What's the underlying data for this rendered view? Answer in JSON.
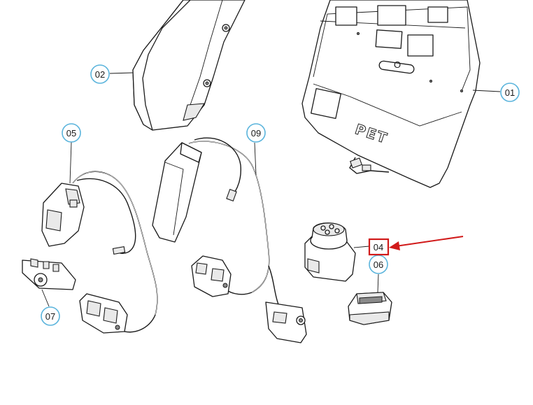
{
  "callouts": [
    {
      "id": "01",
      "label": "01"
    },
    {
      "id": "02",
      "label": "02"
    },
    {
      "id": "04",
      "label": "04"
    },
    {
      "id": "05",
      "label": "05"
    },
    {
      "id": "06",
      "label": "06"
    },
    {
      "id": "07",
      "label": "07"
    },
    {
      "id": "09",
      "label": "09"
    }
  ],
  "panel_text": {
    "pet": "PET",
    "slot": "O"
  },
  "colors": {
    "bubble_stroke": "#5ab4dc",
    "highlight": "#d11a1a",
    "line": "#1a1a1a"
  }
}
